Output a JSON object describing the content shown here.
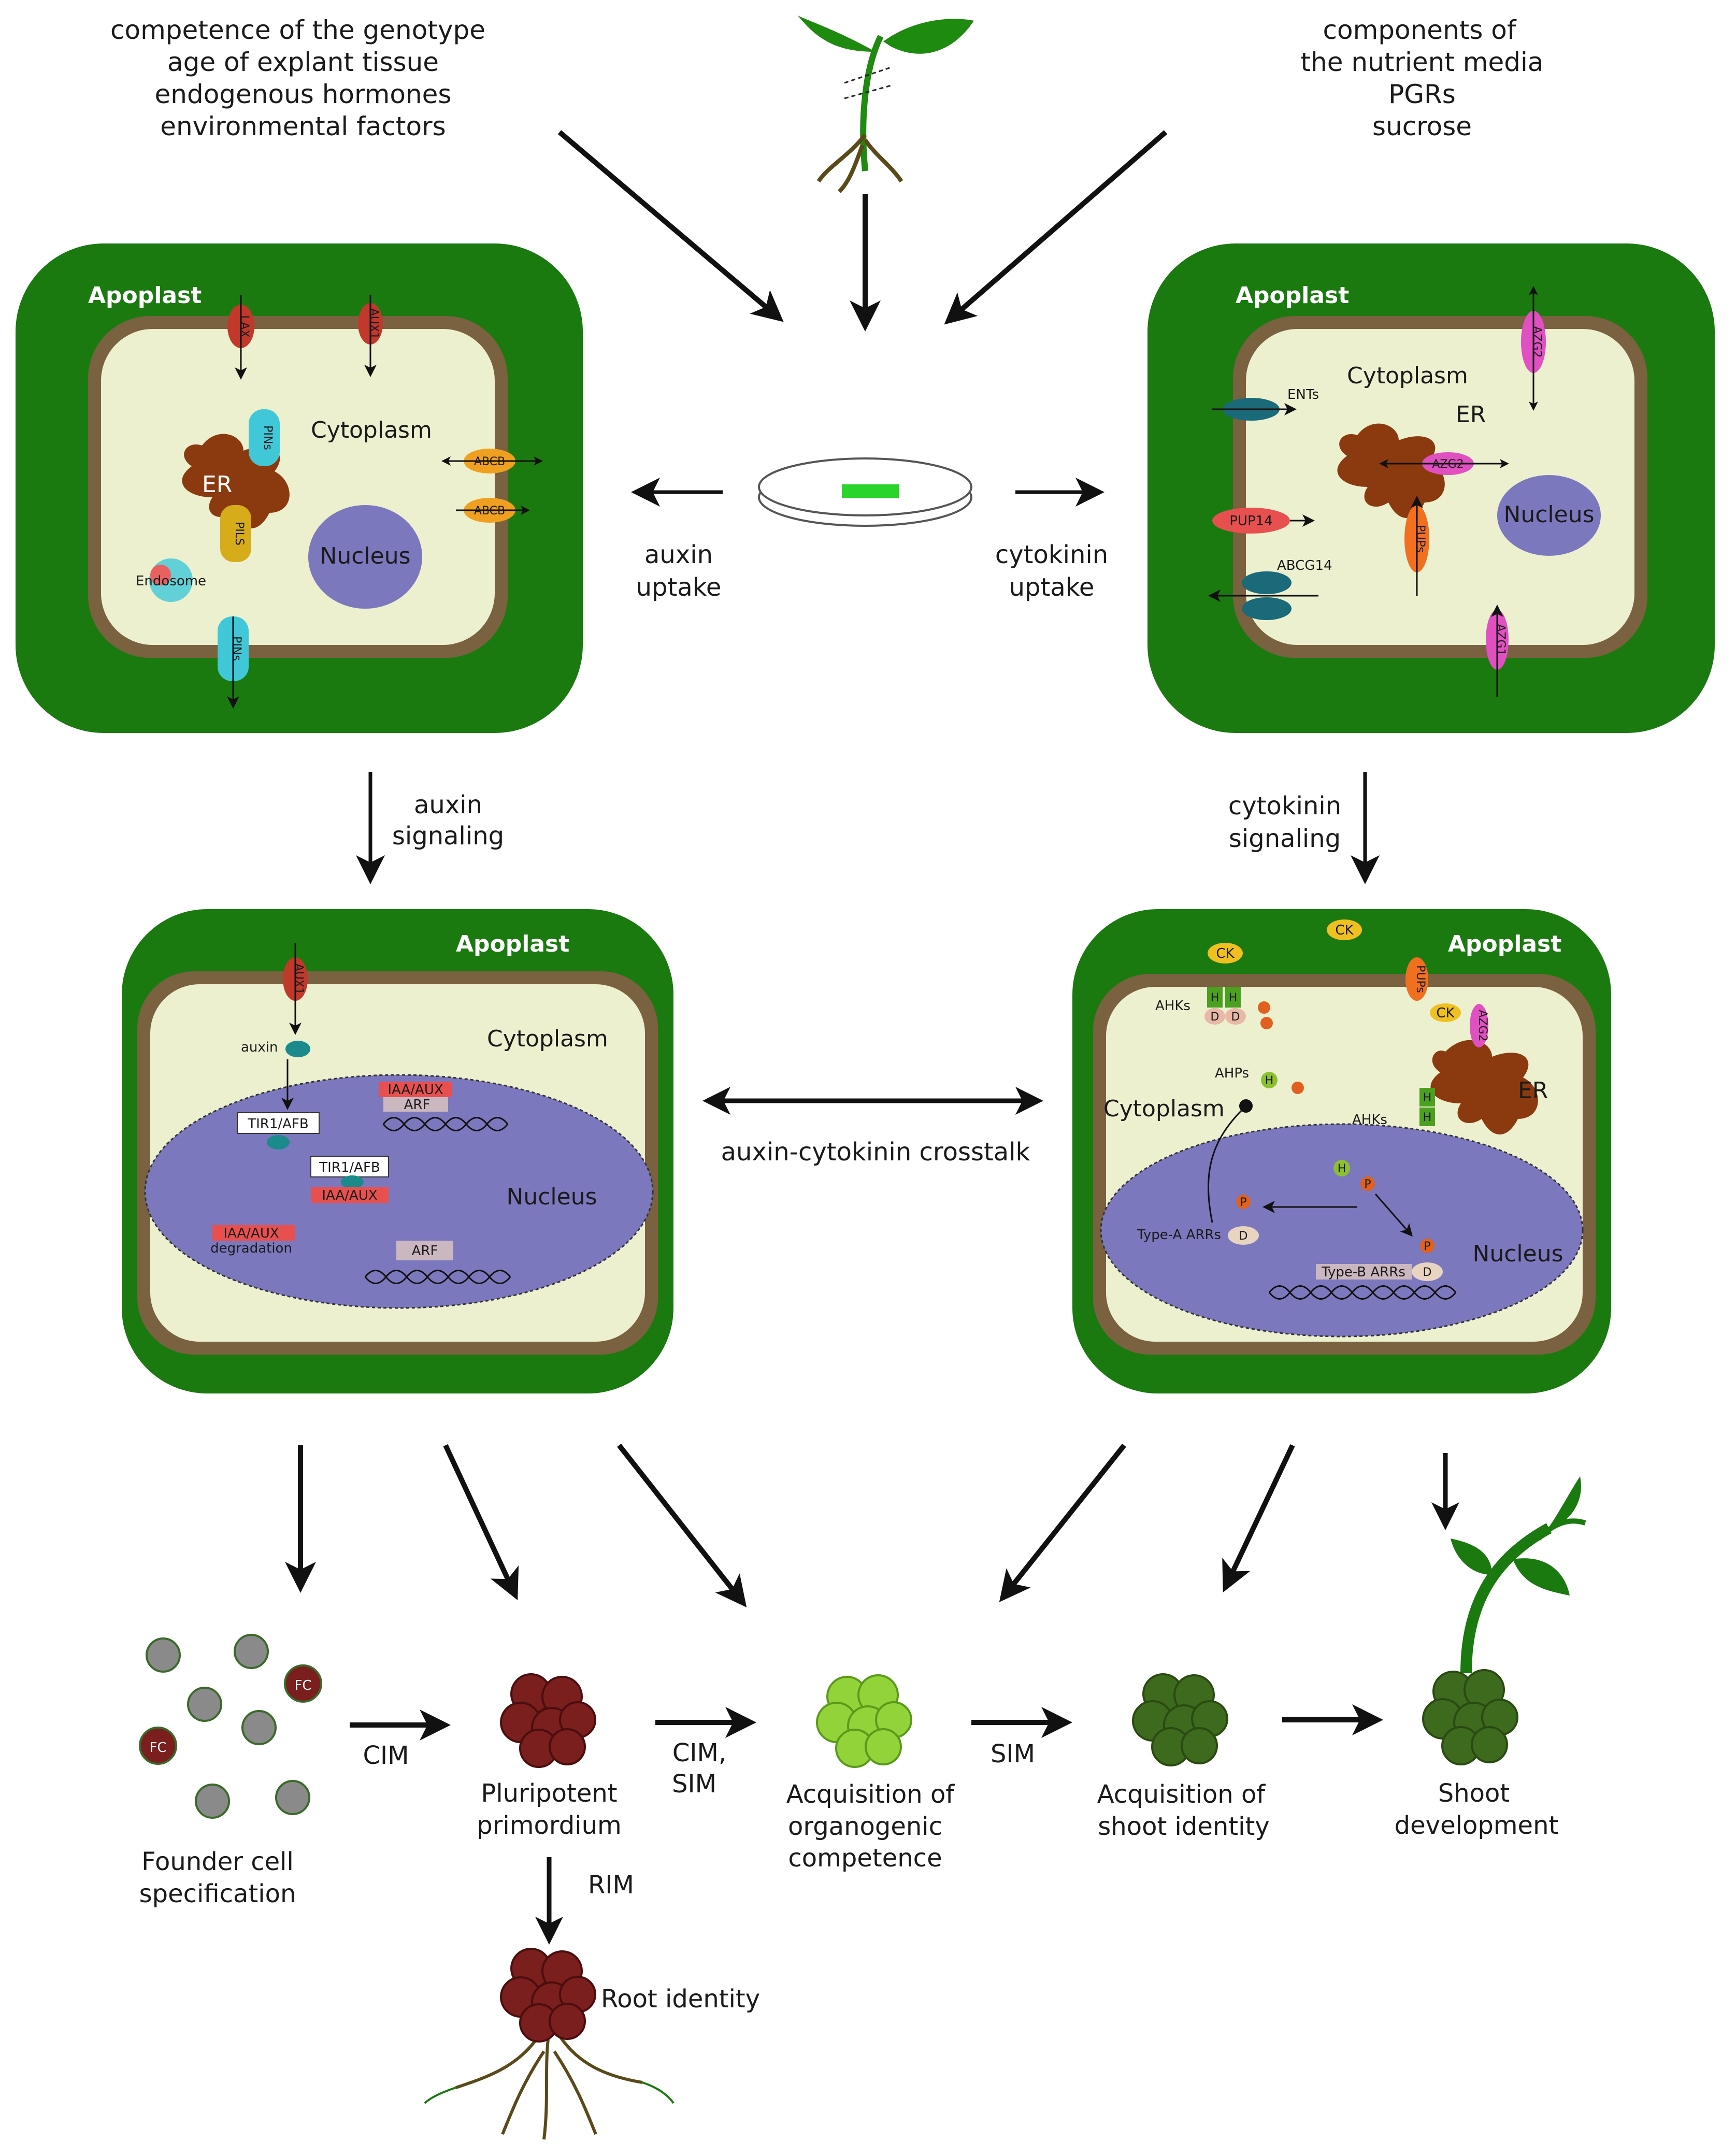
{
  "colors": {
    "cell_wall": "#1a7a10",
    "membrane": "#7a6140",
    "cytoplasm": "#ecf0cf",
    "nucleus": "#7b78be",
    "er": "#8b3a10",
    "arrow": "#111111",
    "pluripotent": "#7a1e1e",
    "competent": "#93d33a",
    "shoot": "#3e6a1e",
    "founder": "#8a8a8a"
  },
  "top_left_factors": [
    "competence of the genotype",
    "age of explant tissue",
    "endogenous hormones",
    "environmental factors"
  ],
  "top_right_factors": [
    "components of",
    "the nutrient media",
    "PGRs",
    "sucrose"
  ],
  "auxin_uptake": {
    "line1": "auxin",
    "line2": "uptake"
  },
  "cytokinin_uptake": {
    "line1": "cytokinin",
    "line2": "uptake"
  },
  "auxin_signaling": {
    "line1": "auxin",
    "line2": "signaling"
  },
  "cytokinin_signaling": {
    "line1": "cytokinin",
    "line2": "signaling"
  },
  "crosstalk": "auxin-cytokinin crosstalk",
  "auxin_uptake_cell": {
    "apoplast": "Apoplast",
    "cytoplasm": "Cytoplasm",
    "er": "ER",
    "nucleus": "Nucleus",
    "endosome": "Endosome",
    "lax": "LAX",
    "aux1": "AUX1",
    "pins_top": "PINs",
    "pins_bottom": "PINs",
    "pils": "PILS",
    "abcb1": "ABCB",
    "abcb2": "ABCB"
  },
  "cytokinin_uptake_cell": {
    "apoplast": "Apoplast",
    "cytoplasm": "Cytoplasm",
    "er": "ER",
    "nucleus": "Nucleus",
    "ents": "ENTs",
    "pup14": "PUP14",
    "abcg14": "ABCG14",
    "azg2_wall": "AZG2",
    "azg2_er": "AZG2",
    "pups": "PUPs",
    "azg1": "AZG1"
  },
  "auxin_signal_cell": {
    "apoplast": "Apoplast",
    "cytoplasm": "Cytoplasm",
    "nucleus": "Nucleus",
    "aux1": "AUX1",
    "auxin": "auxin",
    "tir1_a": "TIR1/AFB",
    "tir1_b": "TIR1/AFB",
    "iaa_a": "IAA/AUX",
    "iaa_b": "IAA/AUX",
    "arf_a": "ARF",
    "arf_b": "ARF",
    "iaa_deg": "IAA/AUX",
    "degradation": "degradation"
  },
  "cytokinin_signal_cell": {
    "apoplast": "Apoplast",
    "cytoplasm": "Cytoplasm",
    "nucleus": "Nucleus",
    "er": "ER",
    "ck": "CK",
    "pups": "PUPs",
    "azg2": "AZG2",
    "ahks1": "AHKs",
    "ahks2": "AHKs",
    "ahps": "AHPs",
    "h": "H",
    "d": "D",
    "p": "P",
    "type_a": "Type-A ARRs",
    "type_b": "Type-B ARRs"
  },
  "stages": {
    "founder": {
      "line1": "Founder cell",
      "line2": "specification",
      "fc": "FC"
    },
    "pluripotent": {
      "line1": "Pluripotent",
      "line2": "primordium"
    },
    "competence": {
      "line1": "Acquisition of",
      "line2": "organogenic",
      "line3": "competence"
    },
    "shoot_identity": {
      "line1": "Acquisition of",
      "line2": "shoot identity"
    },
    "shoot_dev": {
      "line1": "Shoot",
      "line2": "development"
    },
    "root": "Root identity"
  },
  "media": {
    "cim": "CIM",
    "cim_sim1": "CIM,",
    "cim_sim2": "SIM",
    "sim": "SIM",
    "rim": "RIM"
  }
}
